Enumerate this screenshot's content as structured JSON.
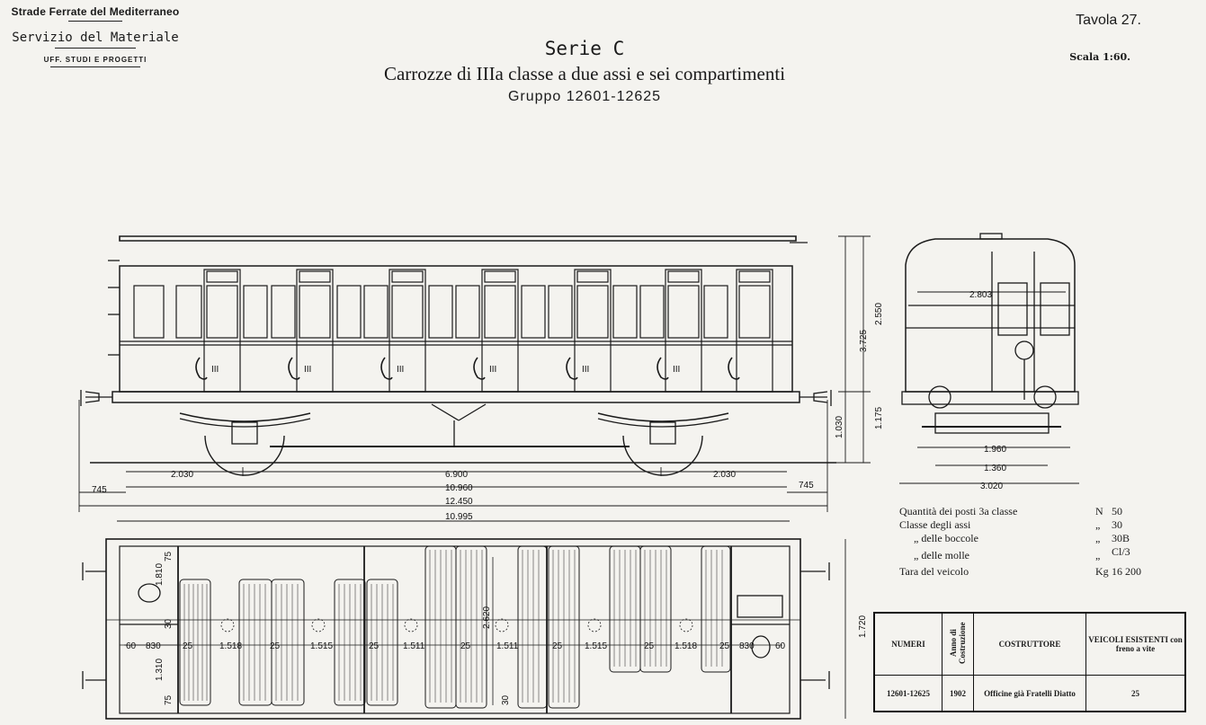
{
  "header": {
    "railway": "Strade Ferrate del Mediterraneo",
    "service": "Servizio del Materiale",
    "office": "UFF. STUDI E PROGETTI",
    "plate": "Tavola 27.",
    "scale": "Scala 1:60."
  },
  "title": {
    "series": "Serie C",
    "subtitle": "Carrozze di IIIa classe a due assi e sei compartimenti",
    "group": "Gruppo 12601-12625"
  },
  "side_view": {
    "class_mark": "III",
    "dim_1": "2.030",
    "dim_2": "6.900",
    "dim_3": "2.030",
    "dim_4": "10.960",
    "dim_5": "745",
    "dim_6": "745",
    "dim_7": "12.450",
    "dim_8": "10.995",
    "height_total": "3.725",
    "height_upper": "2.550",
    "height_lower": "1.175",
    "buffer_height": "1.030"
  },
  "end_view": {
    "width_body": "2.803",
    "wheel_gauge": "1.960",
    "track": "1.360",
    "width_total": "3.020"
  },
  "plan_view": {
    "width": "2.620",
    "outer_width": "1.720",
    "lav_1": "1.810",
    "lav_2": "1.310",
    "dims": [
      "60",
      "830",
      "25",
      "1.518",
      "25",
      "1.515",
      "25",
      "1.511",
      "25",
      "1.511",
      "25",
      "1.515",
      "25",
      "1.518",
      "25",
      "830",
      "60"
    ],
    "small_1": "75",
    "small_2": "30",
    "small_3": "30",
    "small_4": "75"
  },
  "specs": [
    {
      "label": "Quantità dei posti 3a classe",
      "quote": "N",
      "value": "50"
    },
    {
      "label": "Classe degli assi",
      "quote": "„",
      "value": "30"
    },
    {
      "label": "„ delle boccole",
      "quote": "„",
      "value": "30B"
    },
    {
      "label": "„ delle molle",
      "quote": "„",
      "value": "Cl/3"
    },
    {
      "label": "Tara del veicolo",
      "quote": "Kg",
      "value": "16 200"
    }
  ],
  "table": {
    "headers": [
      "NUMERI",
      "Anno di Costruzione",
      "COSTRUTTORE",
      "VEICOLI ESISTENTI con freno a vite"
    ],
    "row": [
      "12601-12625",
      "1902",
      "Officine già Fratelli Diatto",
      "25"
    ]
  }
}
